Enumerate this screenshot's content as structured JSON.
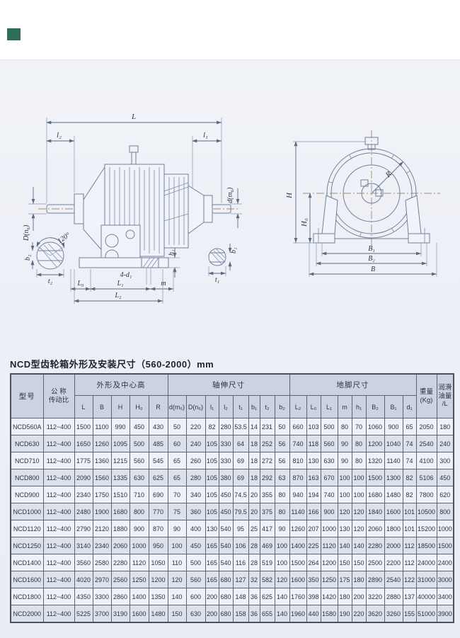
{
  "page": {
    "title": "NCD型齿轮箱外形及安装尺寸（560-2000）mm",
    "corner_mark_color": "#2d6e55"
  },
  "drawing": {
    "side_labels": {
      "L": "L",
      "l2": "l₂",
      "l1": "l₁",
      "D_shaft": "D(n₆)",
      "d_shaft": "d(m₆)",
      "angle": "120°",
      "b2": "b₂",
      "t2": "t₂",
      "b1": "b₁",
      "t1": "t₁",
      "L0": "L₀",
      "L1": "L₁",
      "L2": "L₂",
      "holes": "4-d₁",
      "m": "m",
      "h1": "h₁"
    },
    "end_labels": {
      "H": "H",
      "H0": "H₀",
      "R": "R",
      "B1": "B₁",
      "B2": "B₂",
      "B": "B"
    }
  },
  "table": {
    "group_headers": {
      "model": "型号",
      "ratio_l1": "公 称",
      "ratio_l2": "传动比",
      "outline": "外形及中心高",
      "shaft": "轴伸尺寸",
      "foot": "地脚尺寸",
      "weight_l1": "重量",
      "weight_l2": "(Kg)",
      "oil_l1": "润滑",
      "oil_l2": "油量",
      "oil_l3": "/L"
    },
    "sub_headers": [
      "L",
      "B",
      "H",
      "H₀",
      "R",
      "d(m₆)",
      "D(n₆)",
      "l₁",
      "l₂",
      "t₁",
      "b₁",
      "t₂",
      "b₂",
      "L₂",
      "L₀",
      "L₁",
      "m",
      "h₁",
      "B₂",
      "B₁",
      "d₁"
    ],
    "rows": [
      {
        "model": "NCD560A",
        "ratio": "112~400",
        "values": [
          "1500",
          "1100",
          "990",
          "450",
          "430",
          "50",
          "220",
          "82",
          "280",
          "53.5",
          "14",
          "231",
          "50",
          "660",
          "103",
          "500",
          "80",
          "70",
          "1060",
          "900",
          "65",
          "2050",
          "180"
        ]
      },
      {
        "model": "NCD630",
        "ratio": "112~400",
        "values": [
          "1650",
          "1260",
          "1095",
          "500",
          "485",
          "60",
          "240",
          "105",
          "330",
          "64",
          "18",
          "252",
          "56",
          "740",
          "118",
          "560",
          "90",
          "80",
          "1200",
          "1040",
          "74",
          "2540",
          "240"
        ]
      },
      {
        "model": "NCD710",
        "ratio": "112~400",
        "values": [
          "1775",
          "1360",
          "1215",
          "560",
          "545",
          "65",
          "260",
          "105",
          "330",
          "69",
          "18",
          "272",
          "56",
          "810",
          "130",
          "630",
          "90",
          "80",
          "1320",
          "1140",
          "74",
          "4100",
          "300"
        ]
      },
      {
        "model": "NCD800",
        "ratio": "112~400",
        "values": [
          "2090",
          "1560",
          "1335",
          "630",
          "625",
          "65",
          "280",
          "105",
          "380",
          "69",
          "18",
          "292",
          "63",
          "870",
          "163",
          "670",
          "100",
          "100",
          "1500",
          "1300",
          "82",
          "5106",
          "450"
        ]
      },
      {
        "model": "NCD900",
        "ratio": "112~400",
        "values": [
          "2340",
          "1750",
          "1510",
          "710",
          "690",
          "70",
          "340",
          "105",
          "450",
          "74.5",
          "20",
          "355",
          "80",
          "940",
          "194",
          "740",
          "100",
          "100",
          "1680",
          "1480",
          "82",
          "7800",
          "620"
        ]
      },
      {
        "model": "NCD1000",
        "ratio": "112~400",
        "values": [
          "2480",
          "1900",
          "1680",
          "800",
          "770",
          "75",
          "360",
          "105",
          "450",
          "79.5",
          "20",
          "375",
          "80",
          "1140",
          "166",
          "900",
          "120",
          "120",
          "1840",
          "1600",
          "101",
          "10500",
          "800"
        ]
      },
      {
        "model": "NCD1120",
        "ratio": "112~400",
        "values": [
          "2790",
          "2120",
          "1880",
          "900",
          "870",
          "90",
          "400",
          "130",
          "540",
          "95",
          "25",
          "417",
          "90",
          "1260",
          "207",
          "1000",
          "130",
          "120",
          "2060",
          "1800",
          "101",
          "15200",
          "1000"
        ]
      },
      {
        "model": "NCD1250",
        "ratio": "112~400",
        "values": [
          "3140",
          "2340",
          "2060",
          "1000",
          "950",
          "100",
          "450",
          "165",
          "540",
          "106",
          "28",
          "469",
          "100",
          "1400",
          "225",
          "1120",
          "140",
          "140",
          "2280",
          "2000",
          "112",
          "18500",
          "1500"
        ]
      },
      {
        "model": "NCD1400",
        "ratio": "112~400",
        "values": [
          "3560",
          "2580",
          "2280",
          "1120",
          "1050",
          "110",
          "500",
          "165",
          "540",
          "116",
          "28",
          "519",
          "100",
          "1500",
          "264",
          "1200",
          "150",
          "150",
          "2500",
          "2200",
          "112",
          "24000",
          "2400"
        ]
      },
      {
        "model": "NCD1600",
        "ratio": "112~400",
        "values": [
          "4020",
          "2970",
          "2560",
          "1250",
          "1200",
          "120",
          "560",
          "165",
          "680",
          "127",
          "32",
          "582",
          "120",
          "1600",
          "350",
          "1250",
          "175",
          "180",
          "2890",
          "2540",
          "122",
          "31000",
          "3000"
        ]
      },
      {
        "model": "NCD1800",
        "ratio": "112~400",
        "values": [
          "4350",
          "3300",
          "2860",
          "1400",
          "1350",
          "140",
          "600",
          "200",
          "680",
          "148",
          "36",
          "625",
          "140",
          "1760",
          "398",
          "1420",
          "180",
          "200",
          "3220",
          "2880",
          "137",
          "40000",
          "3400"
        ]
      },
      {
        "model": "NCD2000",
        "ratio": "112~400",
        "values": [
          "5225",
          "3700",
          "3190",
          "1600",
          "1480",
          "150",
          "630",
          "200",
          "680",
          "158",
          "36",
          "655",
          "140",
          "1960",
          "440",
          "1580",
          "190",
          "220",
          "3620",
          "3260",
          "155",
          "51000",
          "3900"
        ]
      }
    ]
  }
}
